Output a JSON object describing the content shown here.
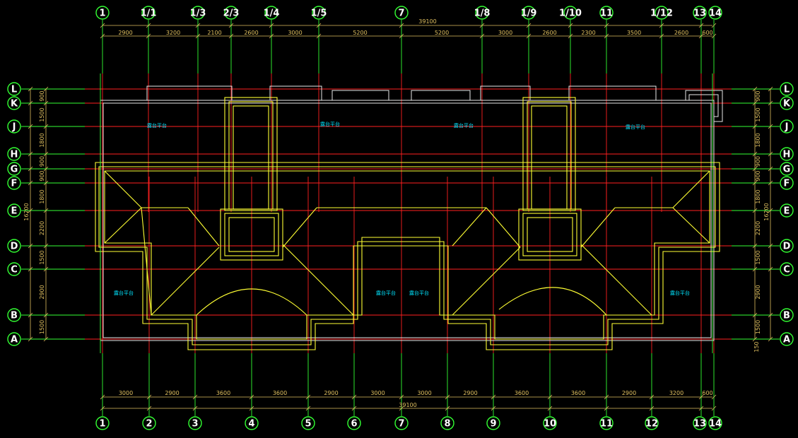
{
  "drawing": {
    "grid_columns_top": [
      "1",
      "1/1",
      "1/3",
      "2/3",
      "1/4",
      "1/5",
      "7",
      "1/8",
      "1/9",
      "1/10",
      "11",
      "1/12",
      "13",
      "14"
    ],
    "grid_columns_bottom": [
      "1",
      "2",
      "3",
      "4",
      "5",
      "6",
      "7",
      "8",
      "9",
      "10",
      "11",
      "12",
      "13",
      "14"
    ],
    "grid_rows": [
      "L",
      "K",
      "J",
      "H",
      "G",
      "F",
      "E",
      "D",
      "C",
      "B",
      "A"
    ],
    "top_total": "39100",
    "bottom_total": "39100",
    "top_dims": [
      "2900",
      "3200",
      "2100",
      "2600",
      "3000",
      "5200",
      "5200",
      "3000",
      "2600",
      "2300",
      "3500",
      "2600",
      "600"
    ],
    "bottom_dims": [
      "3000",
      "2900",
      "3600",
      "3600",
      "2900",
      "3000",
      "3000",
      "2900",
      "3600",
      "3600",
      "2900",
      "3200",
      "600"
    ],
    "side_dims": [
      "900",
      "1500",
      "1800",
      "900",
      "900",
      "1800",
      "2200",
      "1500",
      "2900",
      "1500"
    ],
    "side_total": "16200",
    "side_extra": "150",
    "room_label": "露台平台",
    "colors": {
      "background": "#000000",
      "grid_line": "#ff2020",
      "wall": "#ffff33",
      "outline": "#e8e8e8",
      "axis": "#33ff33",
      "dimension": "#e0c060",
      "label": "#00e5ff"
    }
  }
}
